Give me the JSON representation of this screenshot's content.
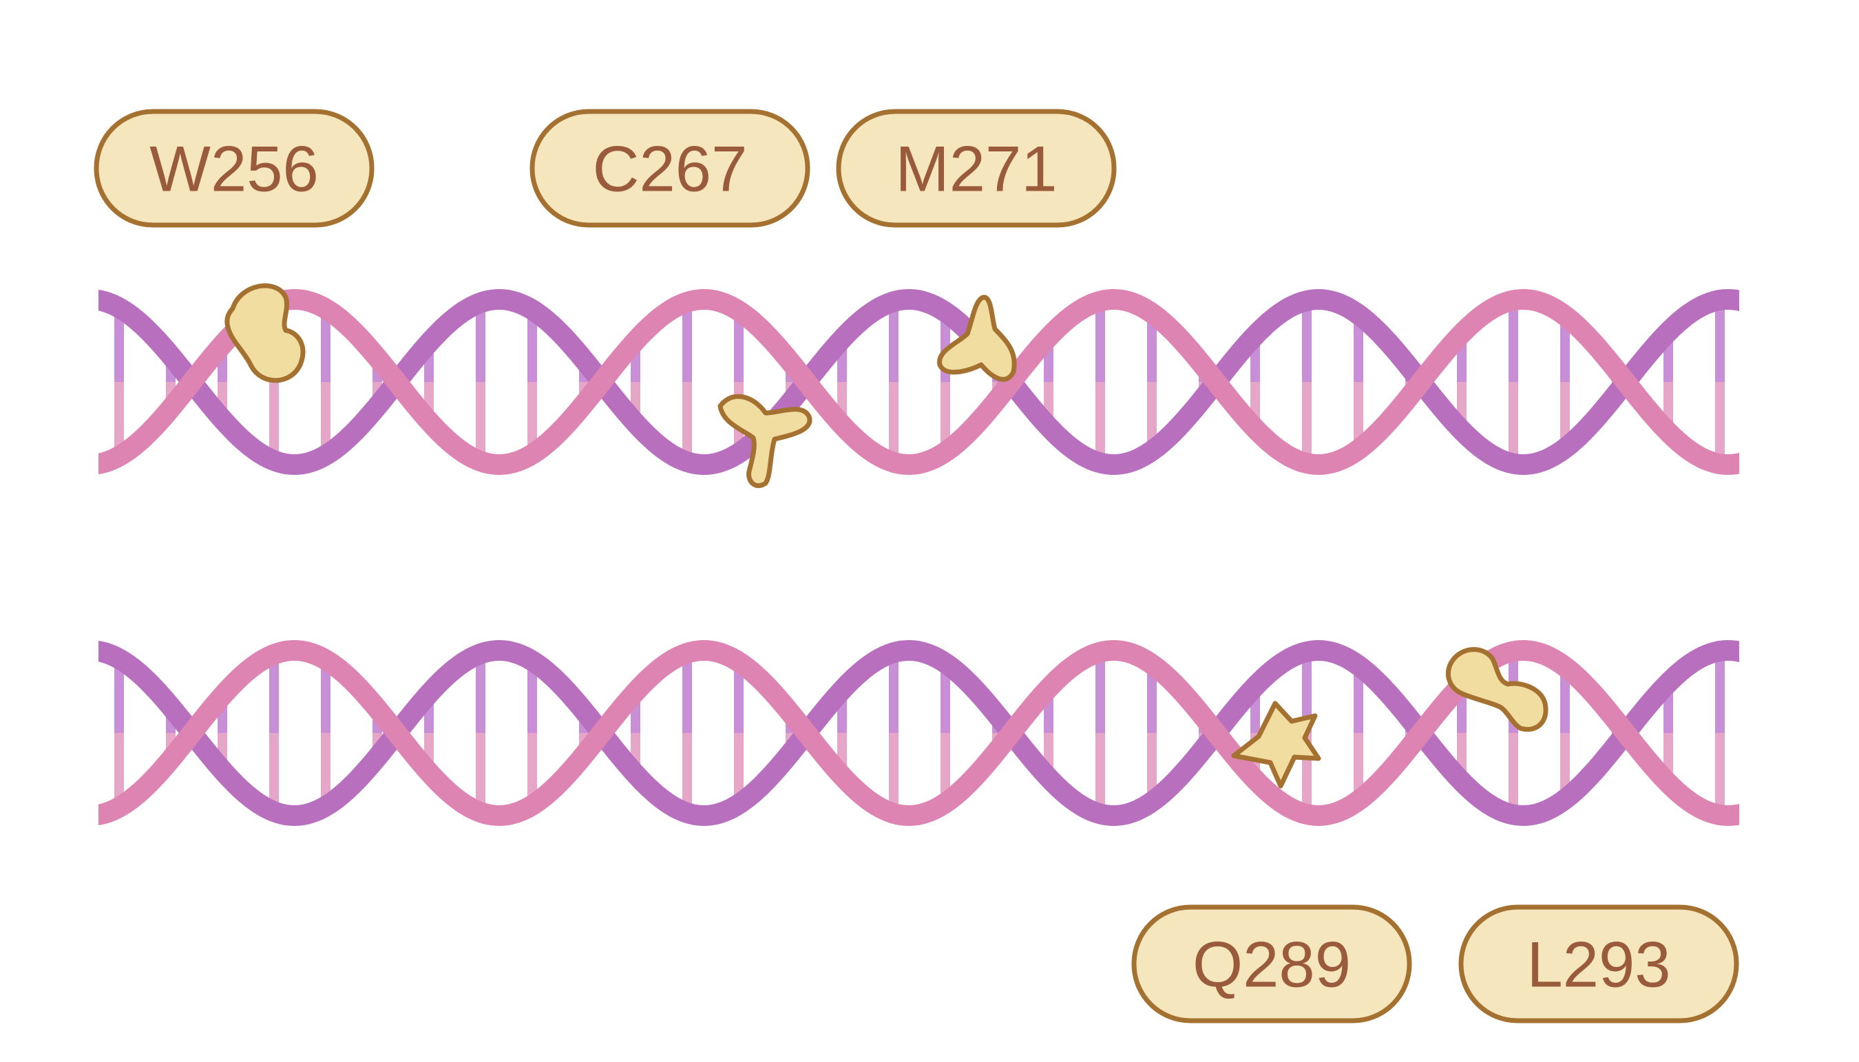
{
  "labels": {
    "top": [
      "W256",
      "C267",
      "M271"
    ],
    "bottom": [
      "Q289",
      "L293"
    ]
  },
  "helices": [
    {
      "name": "upper-dna-helix",
      "marker_shapes": [
        "blob",
        "tripod",
        "cone"
      ]
    },
    {
      "name": "lower-dna-helix",
      "marker_shapes": [
        "star",
        "bowtie"
      ]
    }
  ],
  "colors": {
    "strand_pink": "#de84b2",
    "strand_purple": "#b86fbe",
    "rung_pink": "#e6a6c8",
    "rung_purple": "#c98fd6",
    "label_fill": "#f5e6bd",
    "label_stroke": "#a57131",
    "label_text": "#9a5a3c",
    "marker_fill": "#f2dda1",
    "marker_stroke": "#a57131"
  }
}
